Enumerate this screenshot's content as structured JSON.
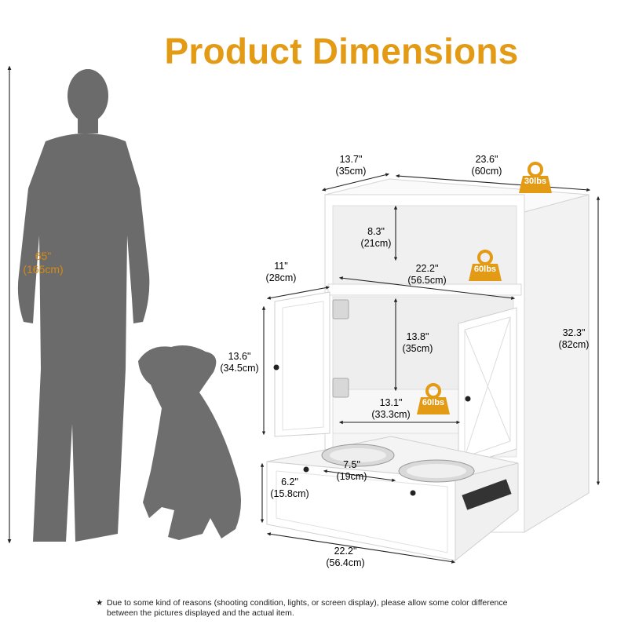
{
  "title": "Product Dimensions",
  "person_height": {
    "in": "65\"",
    "cm": "(165cm)"
  },
  "dimensions": {
    "top_depth": {
      "in": "13.7\"",
      "cm": "(35cm)"
    },
    "top_width": {
      "in": "23.6\"",
      "cm": "(60cm)"
    },
    "shelf_height": {
      "in": "8.3\"",
      "cm": "(21cm)"
    },
    "shelf_width": {
      "in": "22.2\"",
      "cm": "(56.5cm)"
    },
    "door_width": {
      "in": "11\"",
      "cm": "(28cm)"
    },
    "door_height": {
      "in": "13.6\"",
      "cm": "(34.5cm)"
    },
    "cabinet_height": {
      "in": "13.8\"",
      "cm": "(35cm)"
    },
    "cabinet_depth": {
      "in": "13.1\"",
      "cm": "(33.3cm)"
    },
    "total_height": {
      "in": "32.3\"",
      "cm": "(82cm)"
    },
    "bowl_spacing": {
      "in": "7.5\"",
      "cm": "(19cm)"
    },
    "drawer_height": {
      "in": "6.2\"",
      "cm": "(15.8cm)"
    },
    "drawer_width": {
      "in": "22.2\"",
      "cm": "(56.4cm)"
    }
  },
  "weights": {
    "top": "30lbs",
    "shelf": "60lbs",
    "cabinet": "60lbs"
  },
  "colors": {
    "accent": "#e39a14",
    "silhouette": "#6b6b6b",
    "dog": "#6e6e6e"
  },
  "footnote": {
    "star": "★",
    "text": "Due to some kind of reasons (shooting condition, lights, or screen display), please allow some color difference between the pictures displayed and the actual item."
  }
}
